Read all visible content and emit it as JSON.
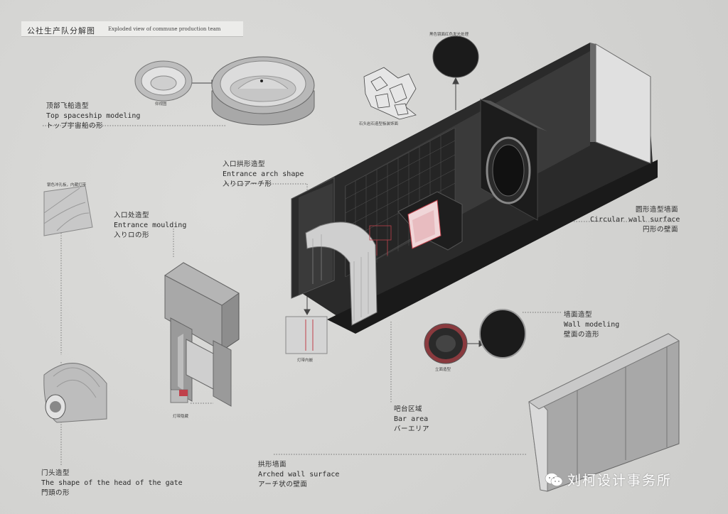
{
  "title": {
    "cn": "公社生产队分解图",
    "en": "Exploded view of commune production team"
  },
  "labels": {
    "top_spaceship": {
      "cn": "顶部飞船造型",
      "en": "Top spaceship modeling",
      "jp": "トップ宇宙船の形"
    },
    "entrance_arch": {
      "cn": "入口拱形造型",
      "en": "Entrance arch shape",
      "jp": "入りロアーチ形"
    },
    "entrance_moulding": {
      "cn": "入口处造型",
      "en": "Entrance moulding",
      "jp": "入りロの形"
    },
    "circular_wall": {
      "cn": "圆形造型墙面",
      "en": "Circular wall surface",
      "jp": "円形の壁面"
    },
    "wall_modeling": {
      "cn": "墙面造型",
      "en": "Wall modeling",
      "jp": "壁面の造形"
    },
    "bar_area": {
      "cn": "吧台区域",
      "en": "Bar area",
      "jp": "バーエリア"
    },
    "arched_wall": {
      "cn": "拱形墙面",
      "en": "Arched wall surface",
      "jp": "アーチ状の壁面"
    },
    "gate_head": {
      "cn": "门头造型",
      "en": "The shape of the head of the gate",
      "jp": "門頭の形"
    }
  },
  "small_labels": {
    "elevation_view": "仰视图",
    "mirror_treatment": "黑色镜面红色发光处理",
    "rock_panel": "石头岩石造型板装饰面",
    "silver_metal": "银色冲孔板，内藏灯带",
    "light_strip_inner": "灯带内嵌",
    "light_strip_hidden": "灯带隐藏",
    "facade_modeling": "立面造型"
  },
  "watermark": "刘柯设计事务所",
  "colors": {
    "dark": "#1e1e1e",
    "grey": "#9a9a9a",
    "light": "#cfcfcf",
    "accent_red": "#c0404a"
  }
}
